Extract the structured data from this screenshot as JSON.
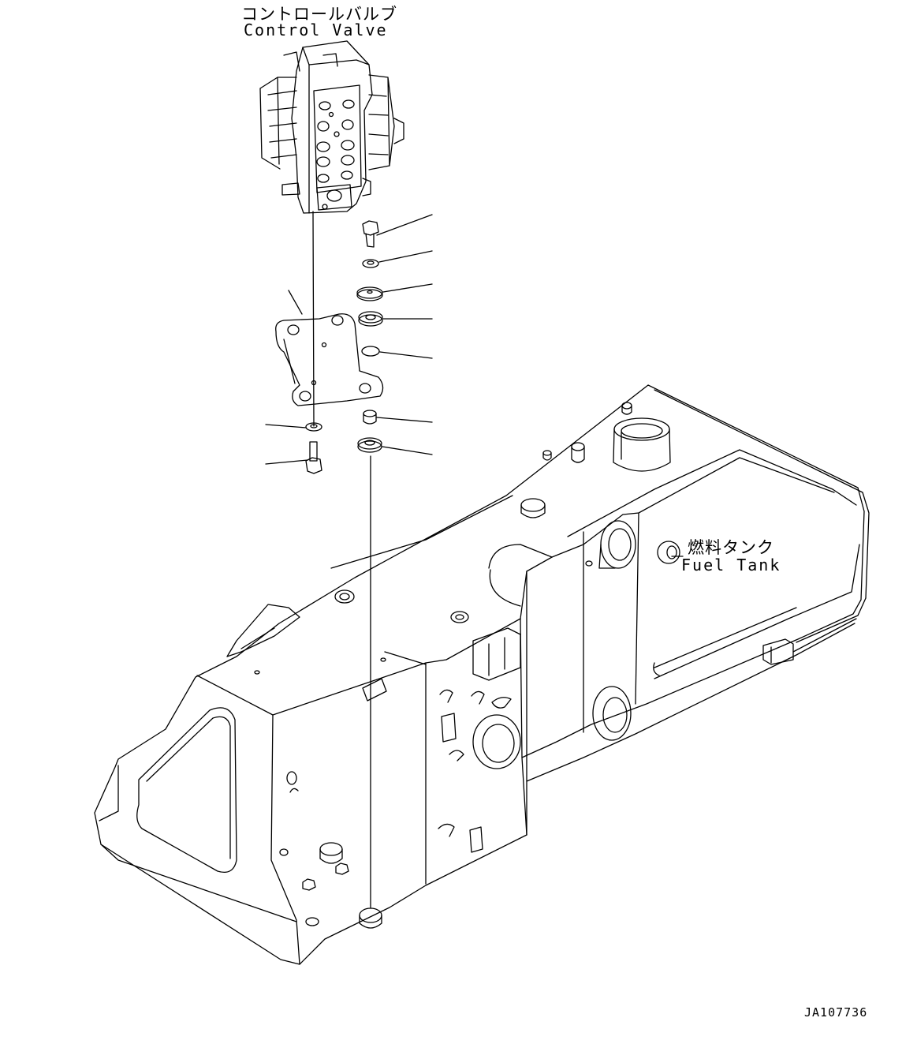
{
  "labels": {
    "control_valve_jp": "コントロールバルブ",
    "control_valve_en": "Control Valve",
    "fuel_tank_jp": "燃料タンク",
    "fuel_tank_en": "Fuel Tank",
    "drawing_code": "JA107736"
  },
  "colors": {
    "line": "#000000",
    "background": "#ffffff"
  }
}
